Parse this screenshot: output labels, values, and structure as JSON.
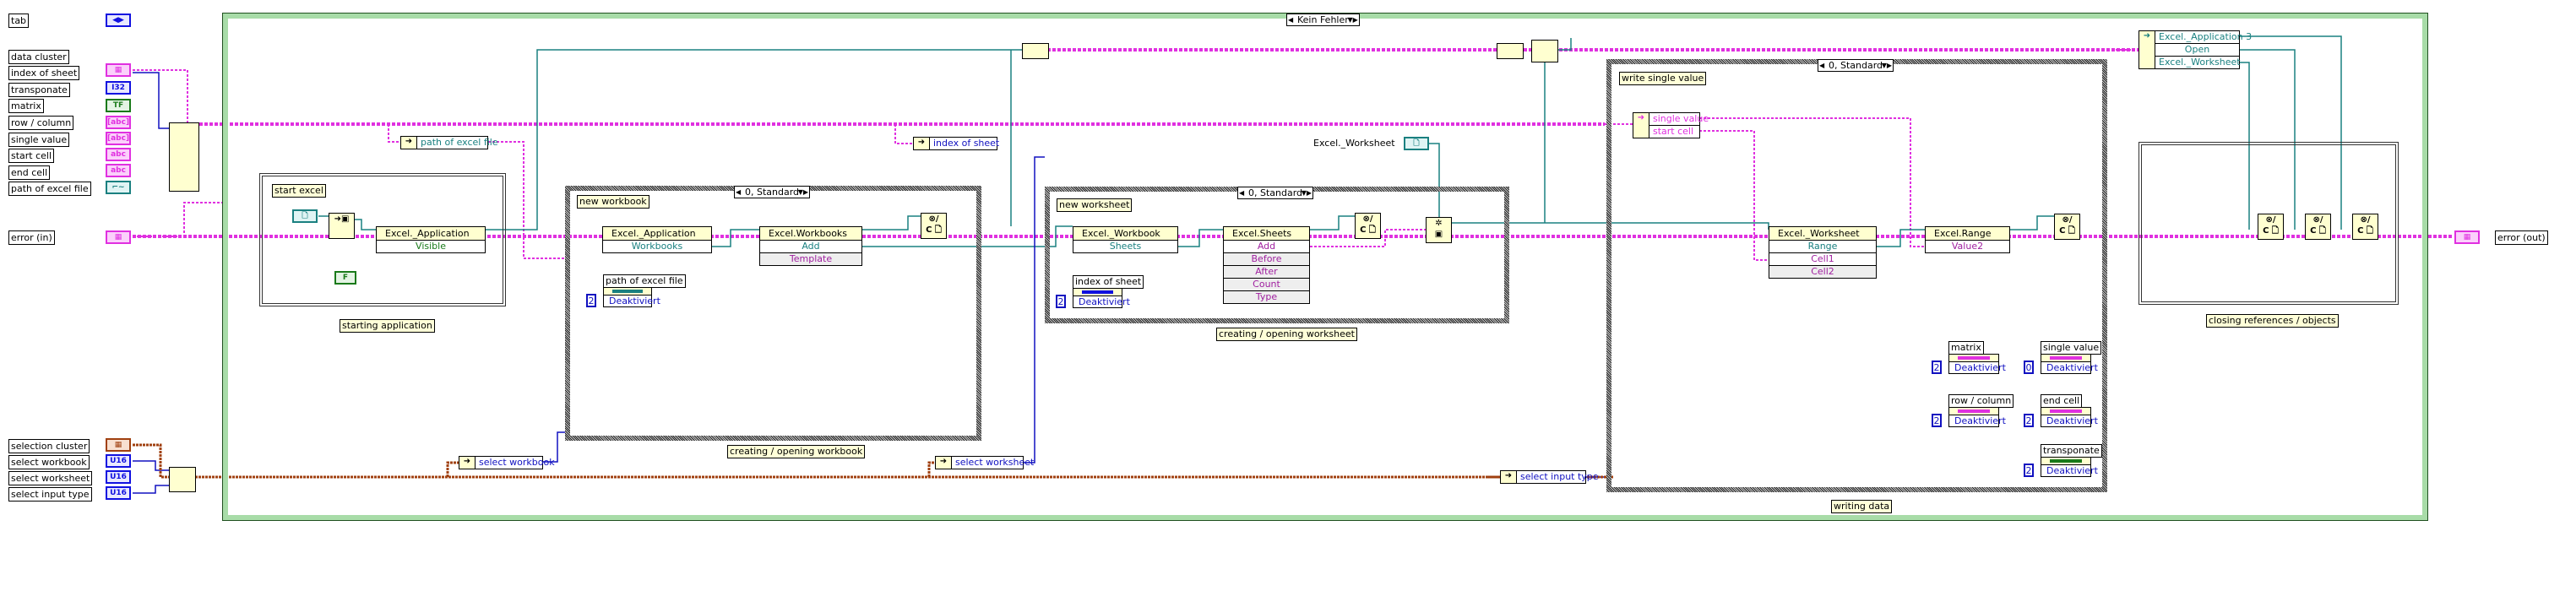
{
  "controls": {
    "tab": "tab",
    "data_cluster": "data cluster",
    "index_of_sheet": "index of sheet",
    "transponate": "transponate",
    "matrix": "matrix",
    "row_column": "row / column",
    "single_value": "single value",
    "start_cell": "start cell",
    "end_cell": "end cell",
    "path_of_excel_file": "path of excel file",
    "error_in": "error (in)",
    "selection_cluster": "selection cluster",
    "select_workbook": "select workbook",
    "select_worksheet": "select worksheet",
    "select_input_type": "select input type",
    "error_out": "error (out)"
  },
  "terminal_types": {
    "i32": "I32",
    "tf": "TF",
    "abc": "abc",
    "arr_abc": "[abc]",
    "u16": "U16",
    "bool_f": "F"
  },
  "outer_case": {
    "selector": "Kein Fehler"
  },
  "start_excel": {
    "note": "start excel",
    "caption": "starting application",
    "property_node": {
      "class": "Excel._Application",
      "property": "Visible"
    }
  },
  "unbundle_path": "path of excel file",
  "unbundle_index": "index of sheet",
  "workbook": {
    "selector": "0, Standard",
    "note": "new workbook",
    "caption": "creating / opening workbook",
    "property_node": {
      "class": "Excel._Application",
      "property": "Workbooks"
    },
    "invoke_node": {
      "class": "Excel.Workbooks",
      "method": "Add",
      "params": [
        "Template"
      ]
    },
    "disabled": {
      "label": "path of excel file",
      "value": "Deaktiviert",
      "const": "2"
    }
  },
  "worksheet": {
    "selector": "0, Standard",
    "note": "new worksheet",
    "caption": "creating / opening worksheet",
    "constant_label": "Excel._Worksheet",
    "property_node": {
      "class": "Excel._Workbook",
      "property": "Sheets"
    },
    "invoke_node": {
      "class": "Excel.Sheets",
      "method": "Add",
      "params": [
        "Before",
        "After",
        "Count",
        "Type"
      ]
    },
    "disabled": {
      "label": "index of sheet",
      "value": "Deaktiviert",
      "const": "2"
    }
  },
  "writing": {
    "selector": "0, Standard",
    "note": "write single value",
    "caption": "writing data",
    "unbundle": [
      "single value",
      "start cell"
    ],
    "invoke_node": {
      "class": "Excel._Worksheet",
      "method": "Range",
      "params": [
        "Cell1",
        "Cell2"
      ]
    },
    "property_node": {
      "class": "Excel.Range",
      "property": "Value2"
    },
    "disabled": [
      {
        "label": "matrix",
        "value": "Deaktiviert",
        "const": "2",
        "color": "#e030e0"
      },
      {
        "label": "single value",
        "value": "Deaktiviert",
        "const": "0",
        "color": "#e030e0"
      },
      {
        "label": "row / column",
        "value": "Deaktiviert",
        "const": "2",
        "color": "#e030e0"
      },
      {
        "label": "end cell",
        "value": "Deaktiviert",
        "const": "2",
        "color": "#e030e0"
      },
      {
        "label": "transponate",
        "value": "Deaktiviert",
        "const": "2",
        "color": "#1a7a1a"
      }
    ]
  },
  "closing": {
    "caption": "closing references / objects",
    "unbundle": [
      "Excel._Application 3",
      "Open",
      "Excel._Worksheet"
    ]
  },
  "colors": {
    "error_wire": "#e030e0",
    "refnum_wire": "#1a8080",
    "int_wire": "#1010c0",
    "cluster_wire": "#a04010",
    "frame": "#a8dca8"
  }
}
